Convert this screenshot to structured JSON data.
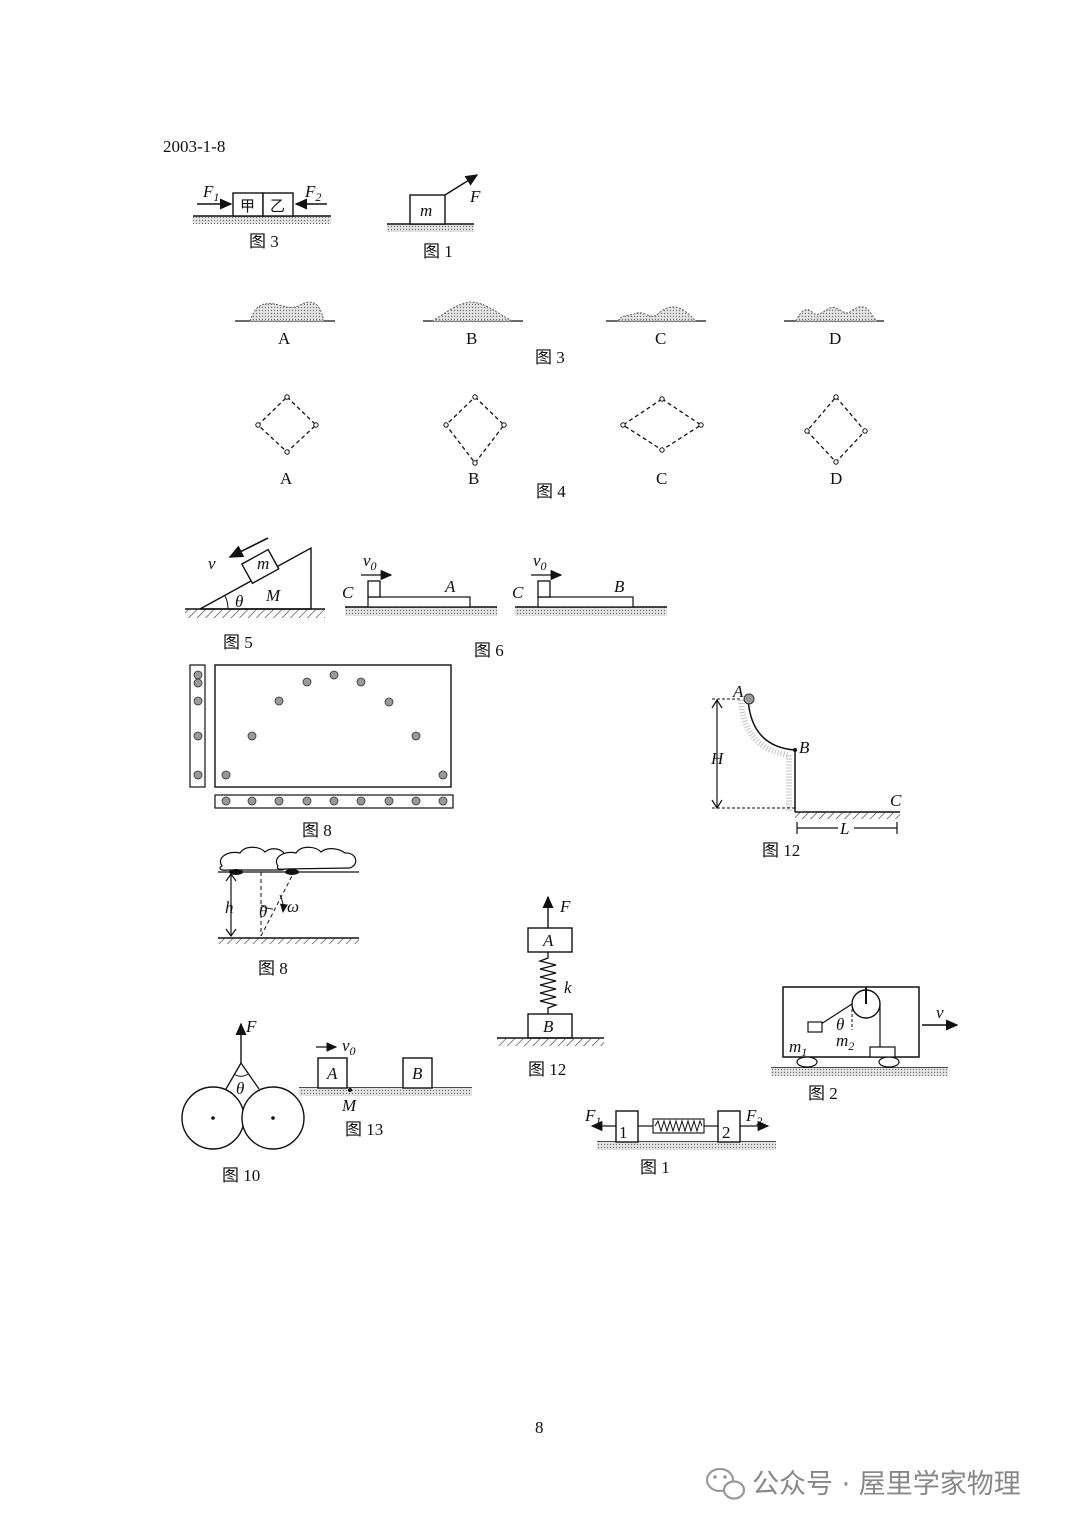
{
  "header": {
    "date_code": "2003-1-8"
  },
  "page_number": "8",
  "watermark": {
    "text": "公众号 · 屋里学家物理",
    "icon": "wechat-icon"
  },
  "captions": {
    "fig_top_left": "图 3",
    "fig_top_mid": "图 1",
    "fig_waves": "图 3",
    "fig_squares": "图 4",
    "fig_incline": "图 5",
    "fig_board": "图 6",
    "fig_strobe": "图 8",
    "fig_track": "图 12",
    "fig_cloud": "图 8",
    "fig_spring": "图 12",
    "fig_cart": "图 2",
    "fig_cylinders": "图 10",
    "fig_blocks": "图 13",
    "fig_spring2": "图 1"
  },
  "labels": {
    "F1": "F",
    "F1_sub": "1",
    "F2": "F",
    "F2_sub": "2",
    "jia": "甲",
    "yi": "乙",
    "m": "m",
    "F": "F",
    "wave_A": "A",
    "wave_B": "B",
    "wave_C": "C",
    "wave_D": "D",
    "sq_A": "A",
    "sq_B": "B",
    "sq_C": "C",
    "sq_D": "D",
    "v": "v",
    "theta": "θ",
    "M": "M",
    "v0": "v",
    "v0_sub": "0",
    "C": "C",
    "A": "A",
    "B": "B",
    "H": "H",
    "L": "L",
    "h": "h",
    "omega": "ω",
    "k": "k",
    "m1": "m",
    "m1_sub": "1",
    "m2": "m",
    "m2_sub": "2",
    "one": "1",
    "two": "2"
  }
}
